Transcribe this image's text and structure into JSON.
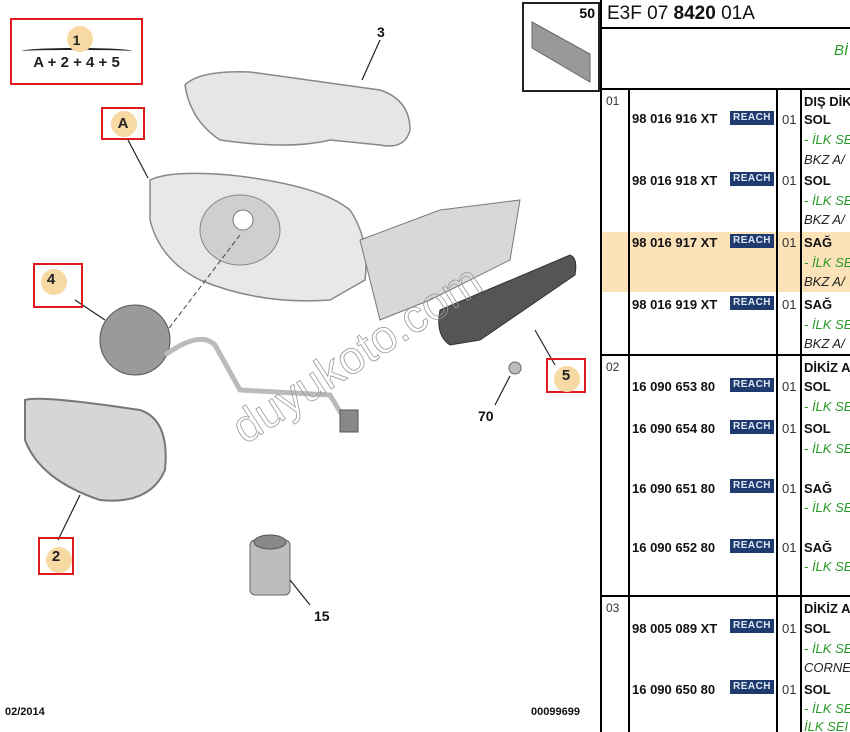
{
  "diagram": {
    "assembly_label": "1",
    "assembly_formula": "A + 2 + 4 + 5",
    "callouts": [
      "A",
      "4",
      "2",
      "5"
    ],
    "part_numbers": [
      "3",
      "70",
      "15"
    ],
    "inset_label": "50",
    "watermark": "duyukoto.com",
    "date": "02/2014",
    "drawing_number": "00099699"
  },
  "table": {
    "header_code_prefix": "E3F 07",
    "header_code_bold": "8420",
    "header_code_suffix": "01A",
    "subheader": "Bİ",
    "reach_label": "REACH",
    "groups": [
      {
        "index": "01",
        "title": "DIŞ DİK",
        "items": [
          {
            "part": "98 016 916 XT",
            "qty": "01",
            "side": "SOL",
            "note": "- İLK SE",
            "ref": "BKZ A/",
            "highlight": false
          },
          {
            "part": "98 016 918 XT",
            "qty": "01",
            "side": "SOL",
            "note": "- İLK SE",
            "ref": "BKZ A/",
            "highlight": false
          },
          {
            "part": "98 016 917 XT",
            "qty": "01",
            "side": "SAĞ",
            "note": "- İLK SE",
            "ref": "BKZ A/",
            "highlight": true
          },
          {
            "part": "98 016 919 XT",
            "qty": "01",
            "side": "SAĞ",
            "note": "- İLK SE",
            "ref": "BKZ A/",
            "highlight": false
          }
        ]
      },
      {
        "index": "02",
        "title": "DİKİZ A",
        "items": [
          {
            "part": "16 090 653 80",
            "qty": "01",
            "side": "SOL",
            "note": "- İLK SE"
          },
          {
            "part": "16 090 654 80",
            "qty": "01",
            "side": "SOL",
            "note": "- İLK SE"
          },
          {
            "part": "16 090 651 80",
            "qty": "01",
            "side": "SAĞ",
            "note": "- İLK SE"
          },
          {
            "part": "16 090 652 80",
            "qty": "01",
            "side": "SAĞ",
            "note": "- İLK SE"
          }
        ]
      },
      {
        "index": "03",
        "title": "DİKİZ A",
        "items": [
          {
            "part": "98 005 089 XT",
            "qty": "01",
            "side": "SOL",
            "note": "- İLK SE",
            "ref": "CORNE"
          },
          {
            "part": "16 090 650 80",
            "qty": "01",
            "side": "SOL",
            "note": "- İLK SE",
            "ref2": "İLK SEI"
          }
        ]
      }
    ]
  }
}
